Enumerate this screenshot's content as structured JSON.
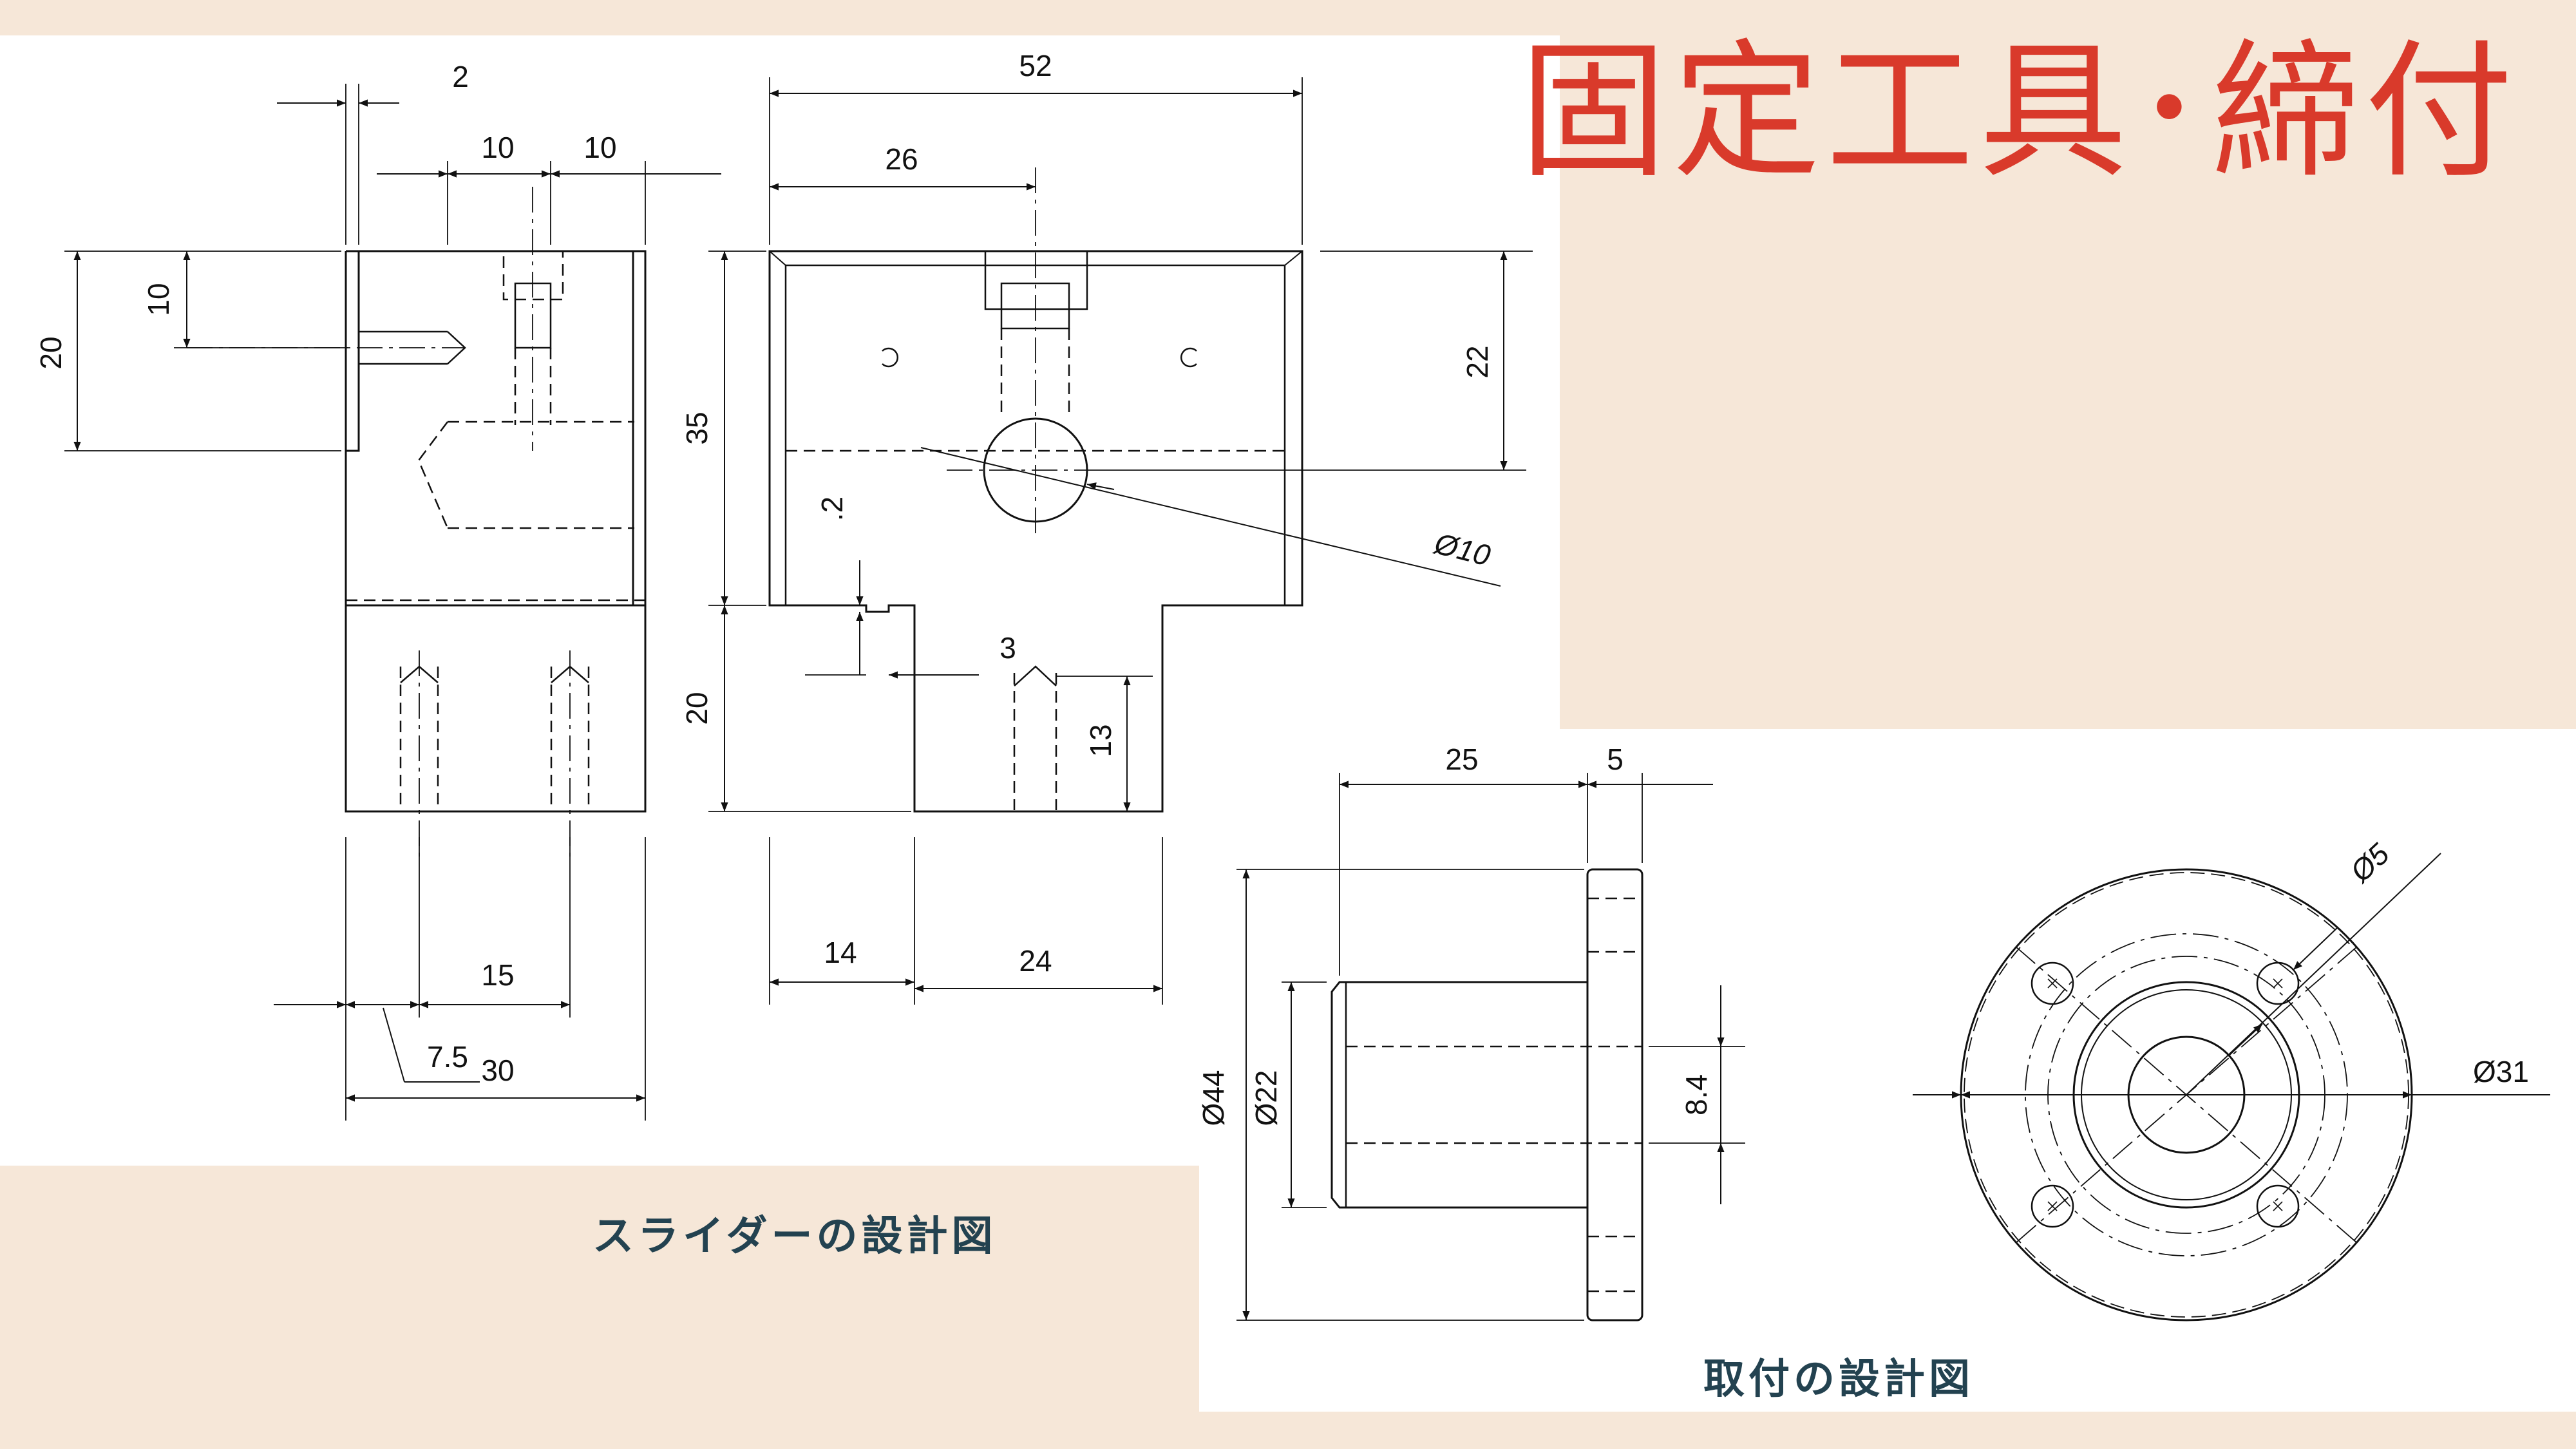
{
  "title": "固定工具･締付",
  "captions": {
    "slider": "スライダーの設計図",
    "mount": "取付の設計図"
  },
  "slider_dims": {
    "d2": "2",
    "d10a": "10",
    "d10b": "10",
    "d52": "52",
    "d26": "26",
    "d20_side": "20",
    "d10_side": "10",
    "d35": "35",
    "d22": "22",
    "dia10": "Ø10",
    "d_2": ".2",
    "d3": "3",
    "d20_low": "20",
    "d13": "13",
    "d14": "14",
    "d24": "24",
    "d15": "15",
    "d7_5": "7.5",
    "d30": "30"
  },
  "mount_dims": {
    "d25": "25",
    "d5": "5",
    "dia44": "Ø44",
    "dia22": "Ø22",
    "d8_4": "8.4",
    "dia5": "Ø5",
    "dia31": "Ø31"
  },
  "colors": {
    "title": "#d93a2b",
    "caption": "#234250",
    "background": "#f6e7d8"
  }
}
